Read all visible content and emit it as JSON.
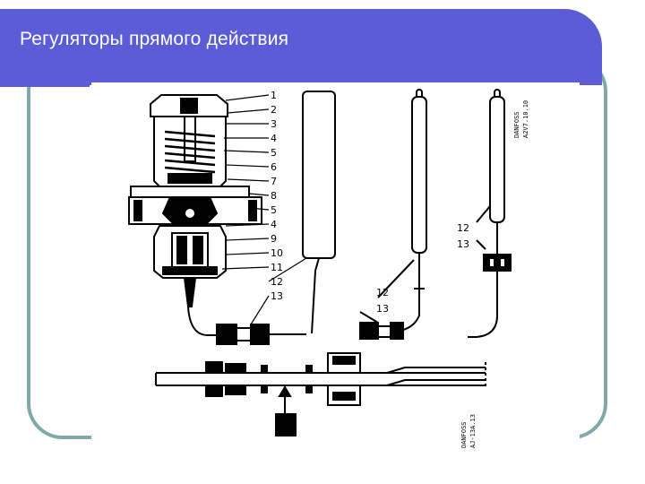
{
  "slide": {
    "title": "Регуляторы прямого действия",
    "accent_color": "#5c5cd6",
    "frame_color": "#7fa8a8"
  },
  "diagram": {
    "part_labels": [
      "1",
      "2",
      "3",
      "4",
      "5",
      "6",
      "7",
      "8",
      "5",
      "4",
      "9",
      "10",
      "11",
      "12",
      "13"
    ],
    "sensor_b_labels": [
      "12",
      "13"
    ],
    "sensor_c_labels": [
      "12",
      "13"
    ],
    "stamp_sensor_c": [
      "DANFOSS",
      "A2V7.10.10"
    ],
    "stamp_bottom": [
      "DANFOSS",
      "AJ-13A.13"
    ]
  }
}
